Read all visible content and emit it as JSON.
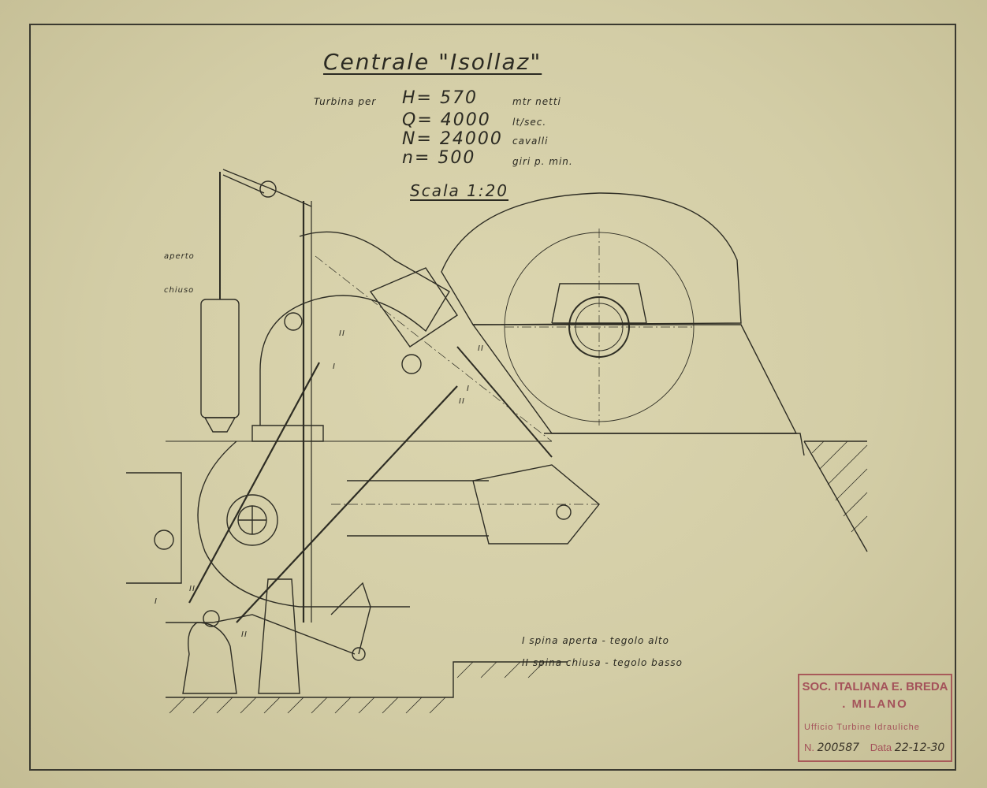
{
  "title": "Centrale \"Isollaz\"",
  "specs": {
    "turbina_per": "Turbina per",
    "h_value": "H= 570",
    "h_unit": "mtr netti",
    "q_value": "Q= 4000",
    "q_unit": "lt/sec.",
    "n_value": "N= 24000",
    "n_unit": "cavalli",
    "rpm_value": "n= 500",
    "rpm_unit": "giri p. min."
  },
  "scale": "Scala 1:20",
  "annotations": {
    "aperto": "aperto",
    "chiuso": "chiuso",
    "mark_I": "I",
    "mark_II": "II"
  },
  "legend": {
    "line1": "I spina aperta - tegolo alto",
    "line2": "II spina chiusa - tegolo basso"
  },
  "stamp": {
    "company": "SOC. ITALIANA E. BREDA",
    "city": ". MILANO",
    "office": "Ufficio Turbine Idrauliche",
    "number_label": "N.",
    "number_value": "200587",
    "date_label": "Data",
    "date_value": "22-12-30"
  },
  "colors": {
    "paper": "#d3cda6",
    "ink": "#2b2a22",
    "stamp": "#a4525a"
  }
}
